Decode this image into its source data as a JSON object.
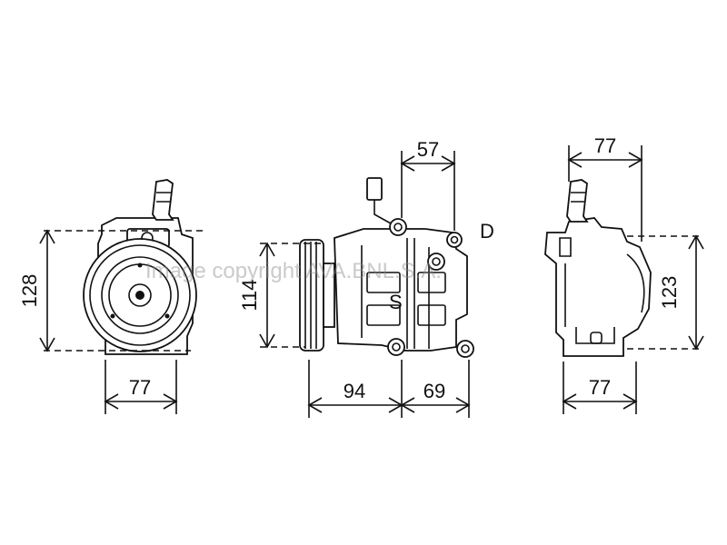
{
  "diagram": {
    "dimensions": {
      "front_height": "128",
      "front_width": "77",
      "side_height": "114",
      "side_left_width": "94",
      "side_right_width": "69",
      "side_top_width": "57",
      "rear_top_width": "77",
      "rear_height": "123",
      "rear_bottom_width": "77"
    },
    "labels": {
      "discharge": "D",
      "suction": "S"
    },
    "watermark": "Image copyright AVA.BNL.S.A."
  }
}
